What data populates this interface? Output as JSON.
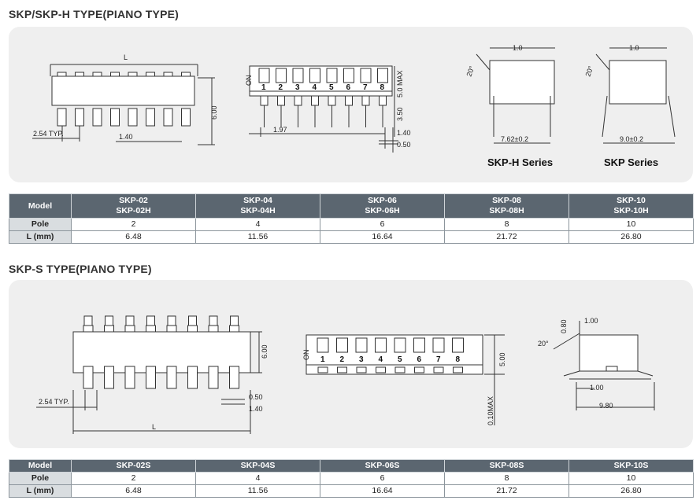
{
  "section1": {
    "title": "SKP/SKP-H TYPE(PIANO TYPE)",
    "drawing": {
      "dim_L": "L",
      "dim_pitch": "2.54 TYP.",
      "dim_140": "1.40",
      "dim_600": "6.00",
      "dim_197": "1.97",
      "dim_50max": "5.0 MAX",
      "dim_350": "3.50",
      "dim_140b": "1.40",
      "dim_050": "0.50",
      "dim_10a": "1.0",
      "dim_20a": "20°",
      "dim_762": "7.62±0.2",
      "dim_10b": "1.0",
      "dim_20b": "20°",
      "dim_90": "9.0±0.2",
      "on_label": "ON",
      "switch_numbers": [
        "1",
        "2",
        "3",
        "4",
        "5",
        "6",
        "7",
        "8"
      ],
      "caption_h": "SKP-H Series",
      "caption_skp": "SKP Series"
    },
    "table": {
      "headers": [
        "Model",
        "SKP-02",
        "SKP-04",
        "SKP-06",
        "SKP-08",
        "SKP-10"
      ],
      "headers2": [
        "",
        "SKP-02H",
        "SKP-04H",
        "SKP-06H",
        "SKP-08H",
        "SKP-10H"
      ],
      "rows": [
        [
          "Pole",
          "2",
          "4",
          "6",
          "8",
          "10"
        ],
        [
          "L (mm)",
          "6.48",
          "11.56",
          "16.64",
          "21.72",
          "26.80"
        ]
      ]
    }
  },
  "section2": {
    "title": "SKP-S TYPE(PIANO TYPE)",
    "drawing": {
      "dim_600": "6.00",
      "dim_pitch": "2.54 TYP.",
      "dim_050": "0.50",
      "dim_140": "1.40",
      "dim_L": "L",
      "dim_500": "5.00",
      "dim_010": "0.10MAX",
      "dim_080": "0.80",
      "dim_100a": "1.00",
      "dim_20": "20°",
      "dim_100b": "1.00",
      "dim_980": "9.80",
      "on_label": "ON",
      "switch_numbers": [
        "1",
        "2",
        "3",
        "4",
        "5",
        "6",
        "7",
        "8"
      ]
    },
    "table": {
      "headers": [
        "Model",
        "SKP-02S",
        "SKP-04S",
        "SKP-06S",
        "SKP-08S",
        "SKP-10S"
      ],
      "rows": [
        [
          "Pole",
          "2",
          "4",
          "6",
          "8",
          "10"
        ],
        [
          "L (mm)",
          "6.48",
          "11.56",
          "16.64",
          "21.72",
          "26.80"
        ]
      ]
    }
  }
}
